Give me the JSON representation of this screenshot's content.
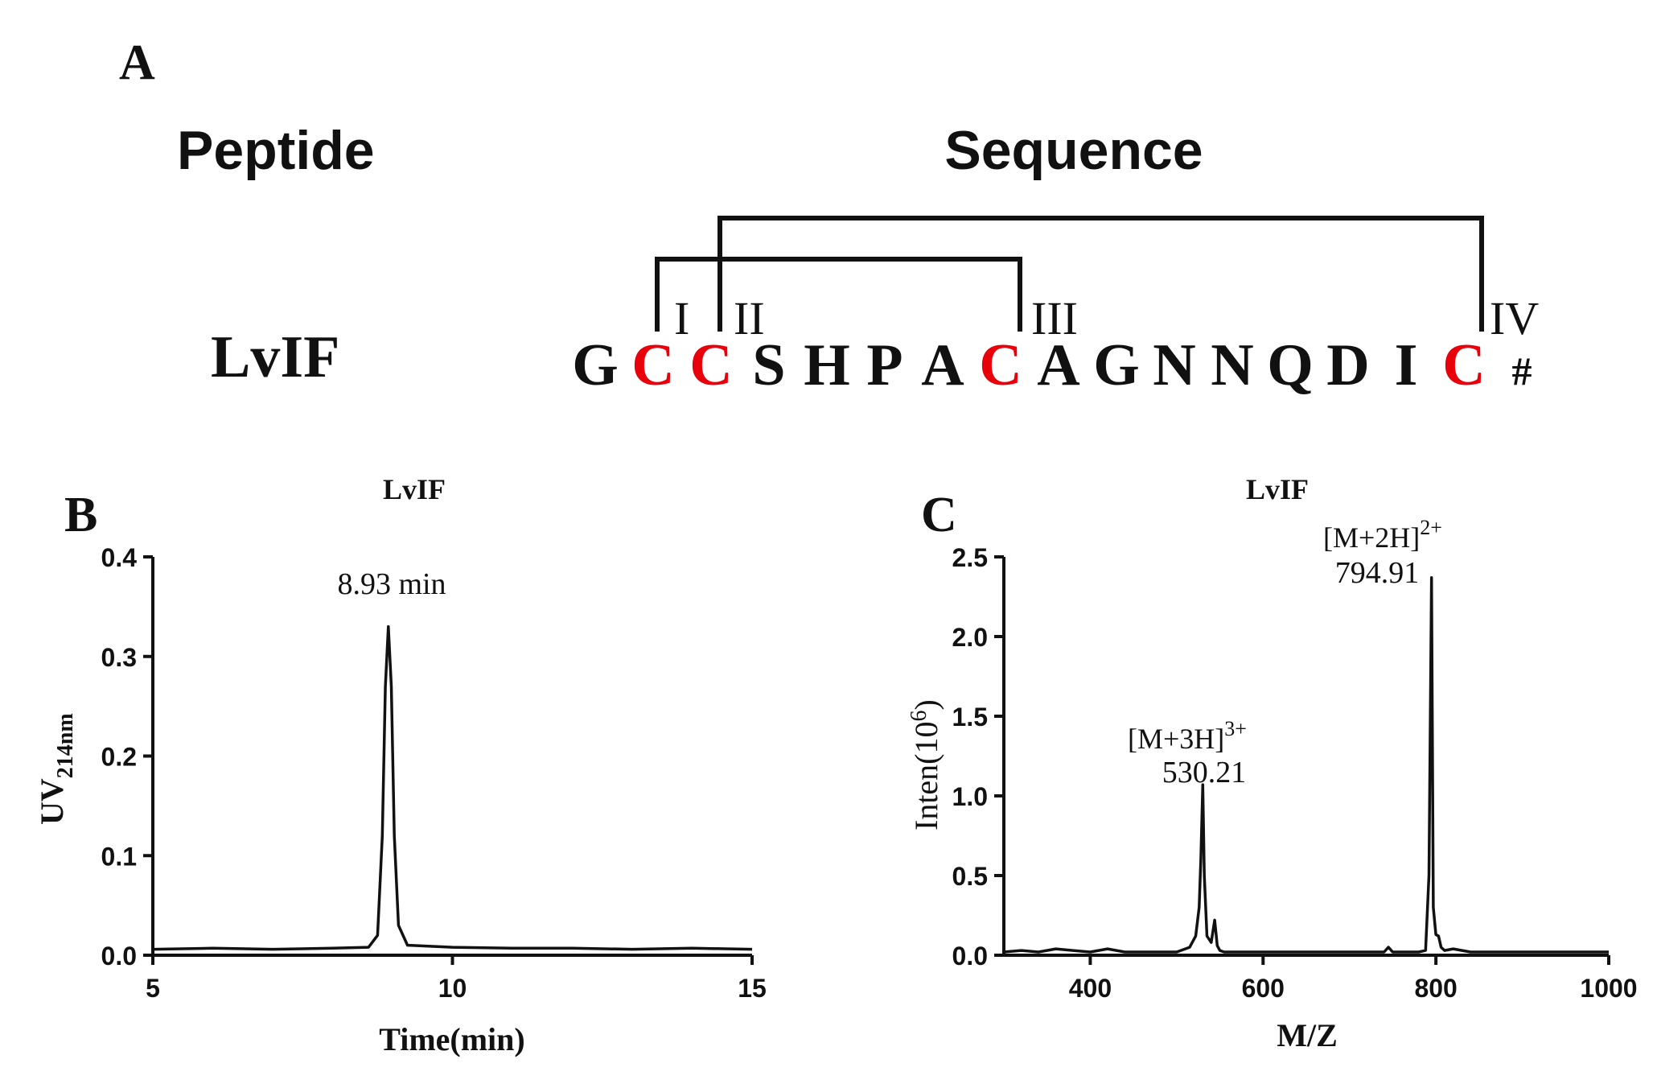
{
  "panel_a": {
    "letter": "A",
    "col_peptide": "Peptide",
    "col_sequence": "Sequence",
    "peptide_name": "LvIF",
    "sequence": [
      "G",
      "C",
      "C",
      "S",
      "H",
      "P",
      "A",
      "C",
      "A",
      "G",
      "N",
      "N",
      "Q",
      "D",
      "I",
      "C",
      "#"
    ],
    "cysteine_labels": [
      "I",
      "II",
      "III",
      "IV"
    ],
    "disulfide_bonds": [
      [
        "I",
        "III"
      ],
      [
        "II",
        "IV"
      ]
    ],
    "colors": {
      "cysteine": "#e8000b",
      "residue": "#111111"
    }
  },
  "chart_data": [
    {
      "panel": "B",
      "type": "line",
      "title": "LvIF",
      "xlabel": "Time(min)",
      "ylabel_main": "UV",
      "ylabel_sub": "214nm",
      "xlim": [
        5,
        15
      ],
      "ylim": [
        0,
        0.4
      ],
      "xticks": [
        5,
        10,
        15
      ],
      "yticks": [
        0.0,
        0.1,
        0.2,
        0.3,
        0.4
      ],
      "ytick_labels": [
        "0.0",
        "0.1",
        "0.2",
        "0.3",
        "0.4"
      ],
      "annotation": "8.93 min",
      "series": [
        {
          "x": [
            5.0,
            6.0,
            7.0,
            8.0,
            8.6,
            8.75,
            8.83,
            8.88,
            8.93,
            8.98,
            9.03,
            9.1,
            9.25,
            10.0,
            11.0,
            12.0,
            13.0,
            14.0,
            15.0
          ],
          "y": [
            0.006,
            0.007,
            0.006,
            0.007,
            0.008,
            0.02,
            0.12,
            0.27,
            0.33,
            0.27,
            0.12,
            0.03,
            0.01,
            0.008,
            0.007,
            0.007,
            0.006,
            0.007,
            0.006
          ]
        }
      ],
      "grid": false
    },
    {
      "panel": "C",
      "type": "line",
      "title": "LvIF",
      "xlabel": "M/Z",
      "ylabel_main": "Inten(10",
      "ylabel_sup": "6",
      "ylabel_end": ")",
      "xlim": [
        300,
        1000
      ],
      "ylim": [
        0,
        2.5
      ],
      "xticks": [
        400,
        600,
        800,
        1000
      ],
      "yticks": [
        0.0,
        0.5,
        1.0,
        1.5,
        2.0,
        2.5
      ],
      "ytick_labels": [
        "0.0",
        "0.5",
        "1.0",
        "1.5",
        "2.0",
        "2.5"
      ],
      "annotations": [
        {
          "label": "[M+3H]",
          "charge": "3+",
          "value": "530.21",
          "x": 530.21,
          "y": 1.07
        },
        {
          "label": "[M+2H]",
          "charge": "2+",
          "value": "794.91",
          "x": 794.91,
          "y": 2.37
        }
      ],
      "series": [
        {
          "x": [
            300,
            320,
            340,
            360,
            380,
            400,
            420,
            440,
            460,
            480,
            500,
            515,
            522,
            526,
            528,
            530.21,
            532,
            535,
            540,
            544,
            547,
            550,
            555,
            570,
            600,
            650,
            700,
            740,
            745,
            750,
            780,
            788,
            792,
            794.91,
            797,
            800,
            803,
            806,
            810,
            820,
            840,
            880,
            920,
            960,
            1000
          ],
          "y": [
            0.02,
            0.03,
            0.02,
            0.04,
            0.03,
            0.02,
            0.04,
            0.02,
            0.02,
            0.02,
            0.02,
            0.05,
            0.12,
            0.3,
            0.6,
            1.07,
            0.5,
            0.12,
            0.08,
            0.22,
            0.06,
            0.03,
            0.02,
            0.02,
            0.02,
            0.02,
            0.02,
            0.02,
            0.05,
            0.02,
            0.02,
            0.03,
            0.5,
            2.37,
            0.3,
            0.13,
            0.12,
            0.05,
            0.03,
            0.04,
            0.02,
            0.02,
            0.02,
            0.02,
            0.02
          ]
        }
      ],
      "grid": false
    }
  ],
  "panel_b_letter": "B",
  "panel_c_letter": "C"
}
